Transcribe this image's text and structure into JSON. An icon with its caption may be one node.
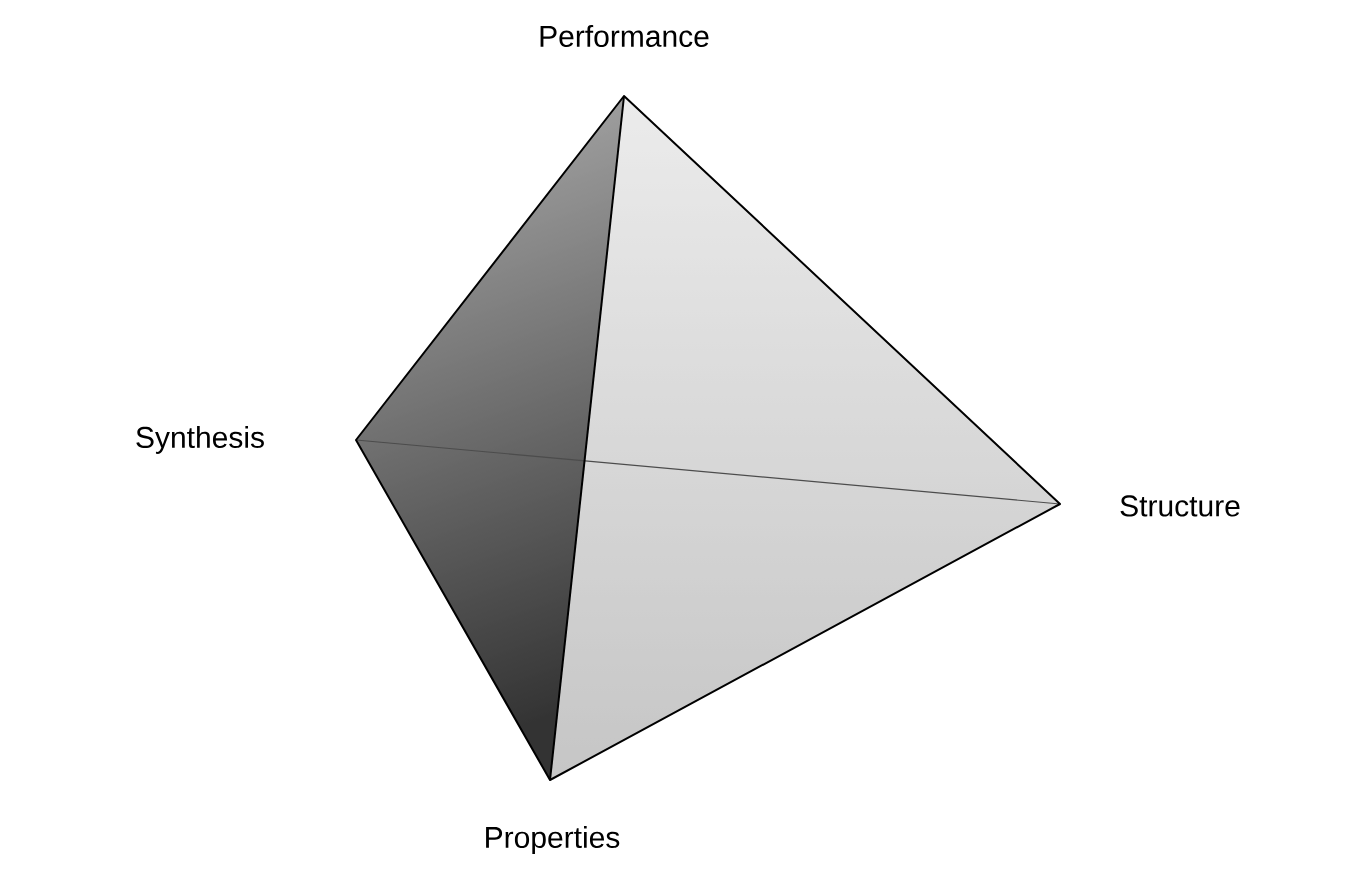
{
  "diagram": {
    "labels": [
      "Performance",
      "Synthesis",
      "Structure",
      "Properties"
    ]
  }
}
